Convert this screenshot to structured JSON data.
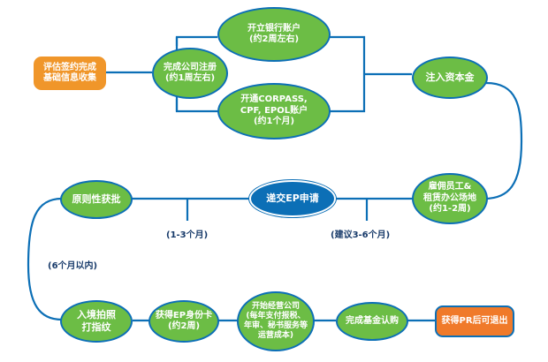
{
  "colors": {
    "connector": "#0c6fb6",
    "green": "#6cbd45",
    "blue": "#0c6fb6",
    "orange": "#f0962a",
    "label_text": "#173a6a"
  },
  "nodes": {
    "evaluate": "评估签约完成\n基础信息收集",
    "register": "完成公司注册\n(约1周左右)",
    "bank": "开立银行账户\n(约2周左右)",
    "corppass": "开通CORPASS,\nCPF, EPOL账户\n(约1个月)",
    "capital": "注入资本金",
    "hire": "雇佣员工&\n租赁办公场地\n(约1-2周)",
    "ep_submit": "递交EP申请",
    "approval": "原则性获批",
    "entry": "入境拍照\n打指纹",
    "ep_card": "获得EP身份卡\n(约2周)",
    "operate": "开始经营公司\n(每年支付报税、\n年审、秘书服务等\n运营成本)",
    "fund": "完成基金认购",
    "pr": "获得PR后可退出"
  },
  "labels": {
    "one_to_three": "(1-3个月)",
    "three_to_six": "(建议3-6个月)",
    "within_six": "(6个月以内)"
  }
}
